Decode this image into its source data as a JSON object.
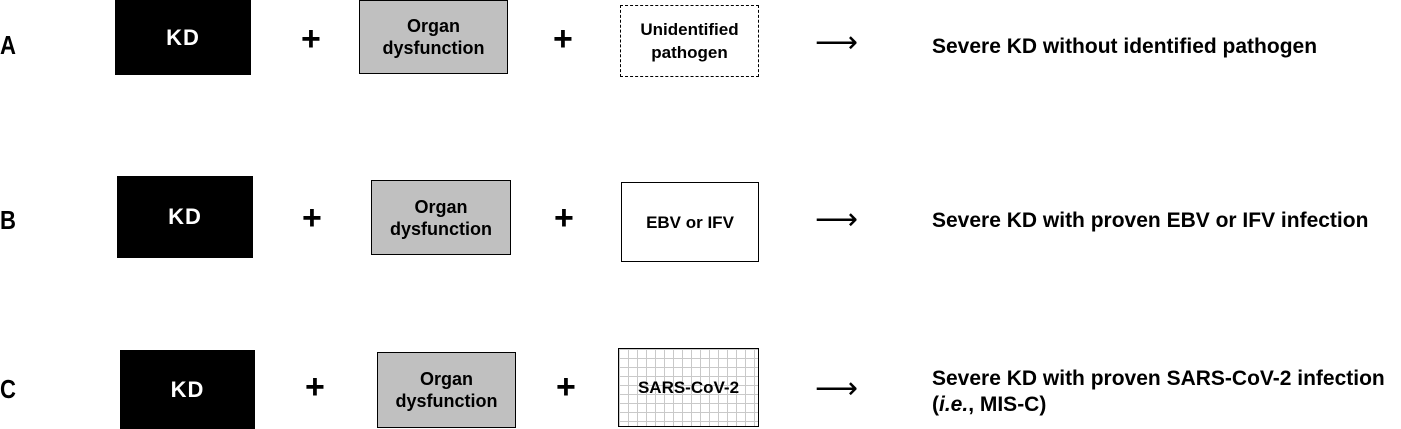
{
  "rows": [
    {
      "letter": "A",
      "kd": "KD",
      "organ_line1": "Organ",
      "organ_line2": "dysfunction",
      "pathogen_line1": "Unidentified",
      "pathogen_line2": "pathogen",
      "plus": "+",
      "arrow": "⟶",
      "result_line1": "Severe KD without identified pathogen"
    },
    {
      "letter": "B",
      "kd": "KD",
      "organ_line1": "Organ",
      "organ_line2": "dysfunction",
      "pathogen_line1": "EBV or IFV",
      "plus": "+",
      "arrow": "⟶",
      "result_line1": "Severe KD with proven EBV or IFV infection"
    },
    {
      "letter": "C",
      "kd": "KD",
      "organ_line1": "Organ",
      "organ_line2": "dysfunction",
      "pathogen_line1": "SARS-CoV-2",
      "plus": "+",
      "arrow": "⟶",
      "result_line1": "Severe KD with proven SARS-CoV-2 infection",
      "result_line2_open": "(",
      "result_line2_ie": "i.e.",
      "result_line2_rest": ", MIS-C)"
    }
  ]
}
